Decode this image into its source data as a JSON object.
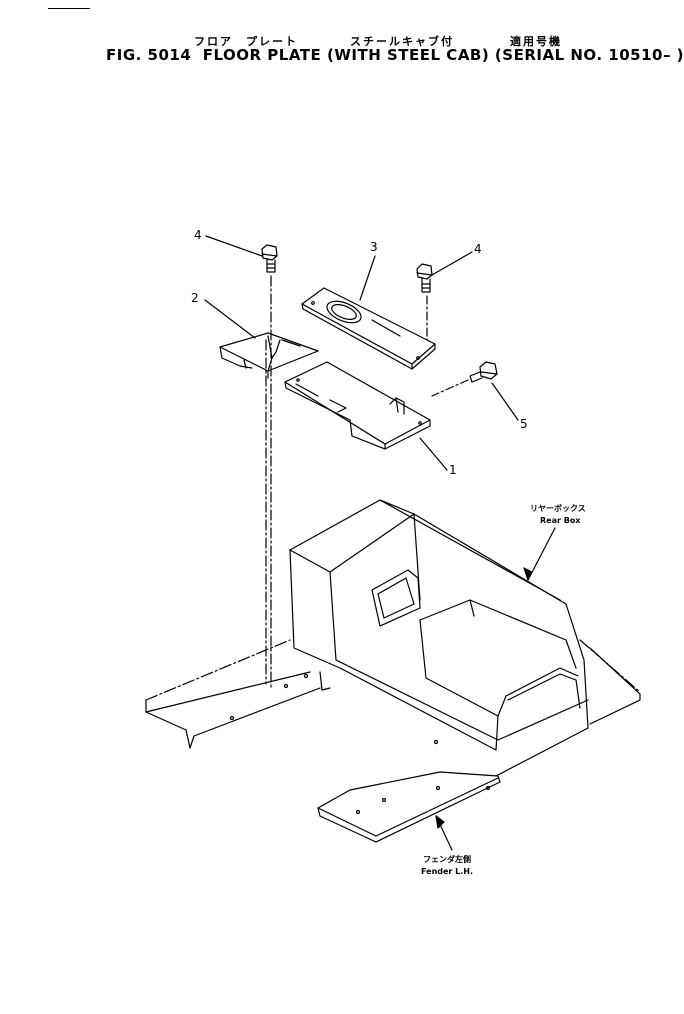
{
  "header": {
    "jp_part_name": "フロア　プレート",
    "jp_cab": "スチールキャブ付",
    "jp_serial": "適用号機",
    "fig_label": "FIG. 5014",
    "title": "FLOOR  PLATE  (WITH  STEEL  CAB)  (SERIAL NO. 10510– )"
  },
  "callouts": [
    "4",
    "3",
    "4",
    "2",
    "5",
    "1"
  ],
  "annotations": {
    "rear_box_jp": "リヤーボックス",
    "rear_box_en": "Rear  Box",
    "fender_jp": "フェンダ左側",
    "fender_en": "Fender  L.H."
  }
}
